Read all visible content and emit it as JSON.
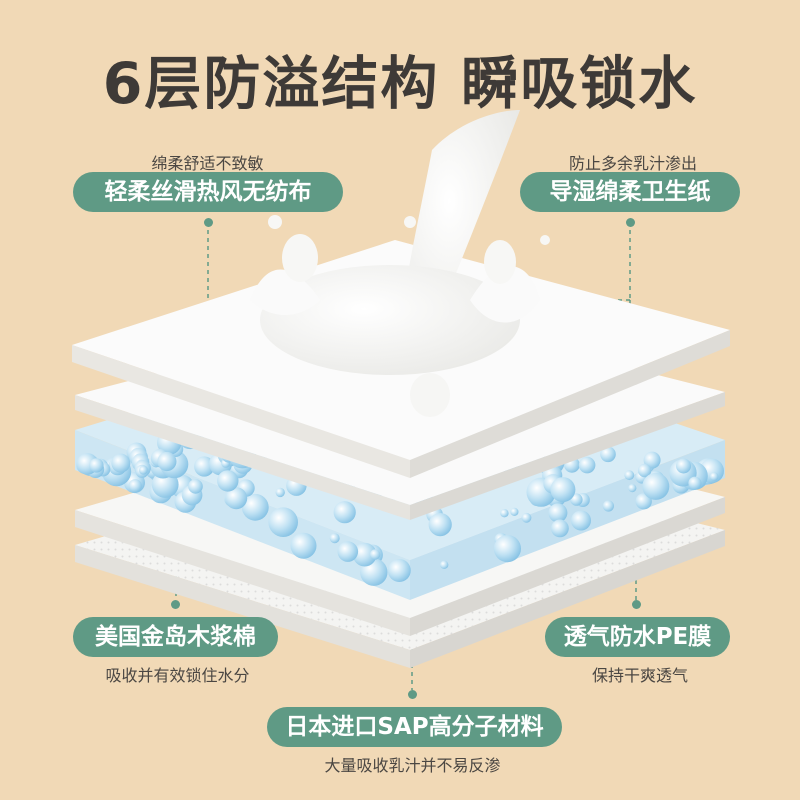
{
  "title": "6层防溢结构  瞬吸锁水",
  "callouts": {
    "top_left": {
      "note": "绵柔舒适不致敏",
      "label": "轻柔丝滑热风无纺布"
    },
    "top_right": {
      "note": "防止多余乳汁渗出",
      "label": "导湿绵柔卫生纸"
    },
    "mid_left": {
      "label": "美国金岛木浆棉",
      "note": "吸收并有效锁住水分"
    },
    "mid_right": {
      "label": "透气防水PE膜",
      "note": "保持干爽透气"
    },
    "bottom": {
      "label": "日本进口SAP高分子材料",
      "note": "大量吸收乳汁并不易反渗"
    }
  },
  "colors": {
    "background": "#f1d9b6",
    "accent": "#5f9a85",
    "title": "#3e3a37",
    "bubble": "#a9d6ef"
  }
}
